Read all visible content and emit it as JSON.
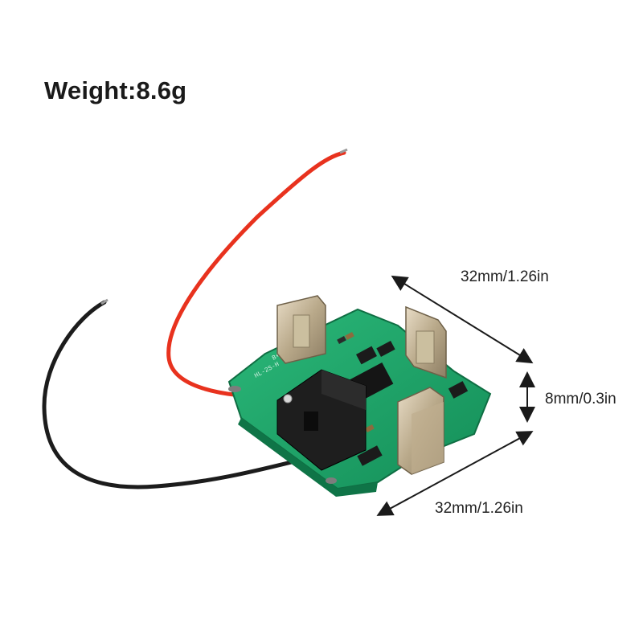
{
  "weight_label": "Weight:8.6g",
  "dimensions": {
    "top": "32mm/1.26in",
    "height": "8mm/0.3in",
    "bottom": "32mm/1.26in"
  },
  "product": {
    "subject": "battery protection circuit board",
    "board_color": "#1fa66a",
    "wire_colors": [
      "#e8321e",
      "#1c1c1c"
    ]
  }
}
